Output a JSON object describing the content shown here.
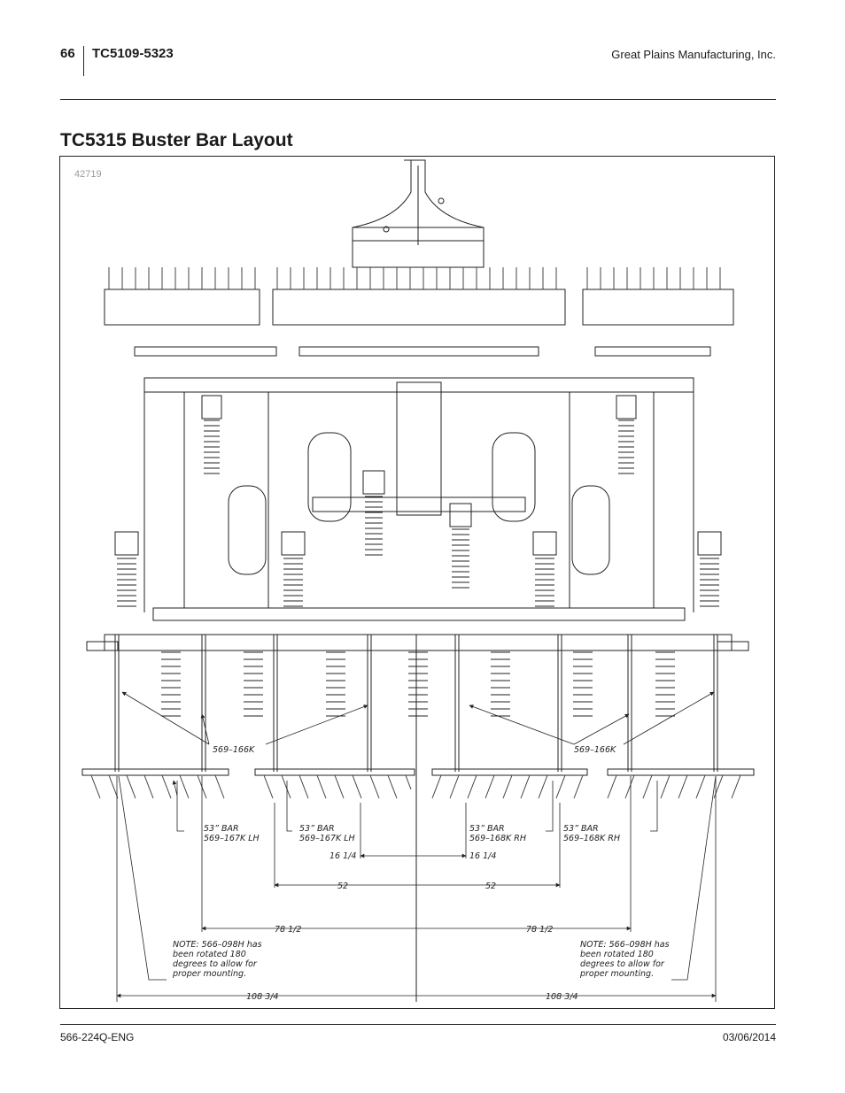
{
  "header": {
    "page_number": "66",
    "model": "TC5109-5323",
    "company": "Great Plains Manufacturing, Inc."
  },
  "title": "TC5315 Buster Bar Layout",
  "figure": {
    "figure_number": "42719",
    "labels": {
      "part_left": "569–166K",
      "part_right": "569–166K",
      "bar1_line1": "53” BAR",
      "bar1_line2": "569–167K LH",
      "bar2_line1": "53” BAR",
      "bar2_line2": "569–167K LH",
      "bar3_line1": "53” BAR",
      "bar3_line2": "569–168K RH",
      "bar4_line1": "53” BAR",
      "bar4_line2": "569–168K RH",
      "dim_16_left": "16 1/4",
      "dim_16_right": "16 1/4",
      "dim_52_left": "52",
      "dim_52_right": "52",
      "dim_78_left": "78 1/2",
      "dim_78_right": "78 1/2",
      "dim_108_left": "108 3/4",
      "dim_108_right": "108 3/4",
      "note_left": [
        "NOTE: 566–098H has",
        "been  rotated  180",
        "degrees  to  allow  for",
        "proper  mounting."
      ],
      "note_right": [
        "NOTE: 566–098H has",
        "been  rotated  180",
        "degrees  to  allow  for",
        "proper  mounting."
      ]
    }
  },
  "footer": {
    "doc_number": "566-224Q-ENG",
    "date": "03/06/2014"
  }
}
